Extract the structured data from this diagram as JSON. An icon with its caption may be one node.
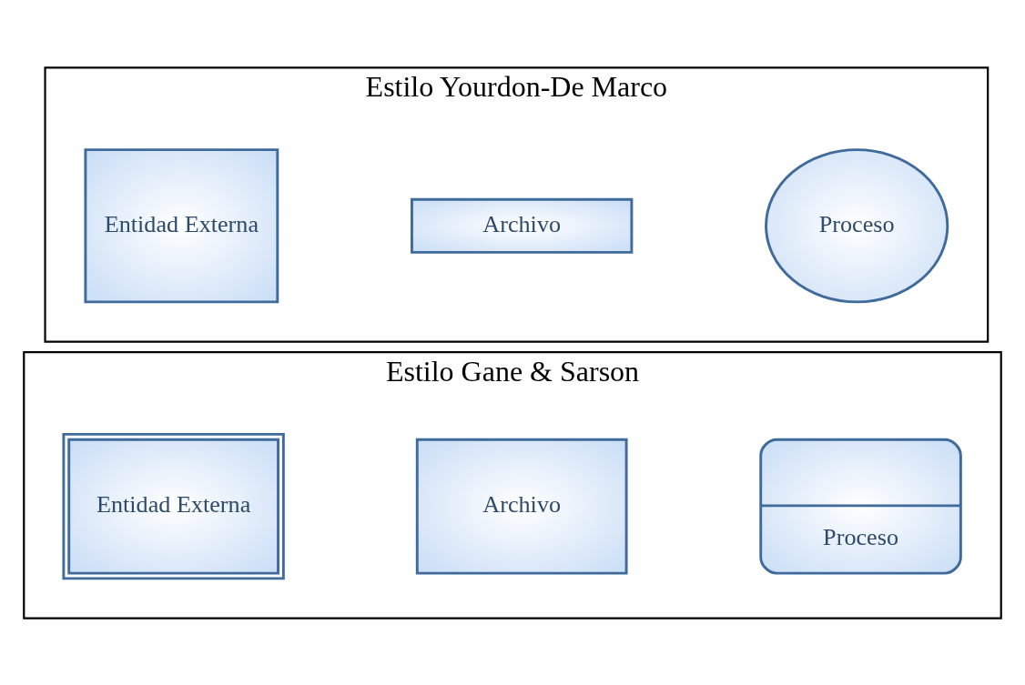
{
  "diagram": {
    "nodes": [
      {
        "text": [
          "Estilo Yourdon-De Marco"
        ]
      },
      {
        "text": [
          "Proceso"
        ],
        "in": 0
      },
      {
        "text": [
          "Archivo"
        ],
        "in": 0
      },
      {
        "text": [
          "Entidad Externa"
        ],
        "in": 0
      },
      {
        "text": [
          "Estilo Gane & Sarson"
        ]
      },
      {
        "text": [
          "Proceso"
        ],
        "in": 4
      },
      {
        "text": [
          "Archivo"
        ],
        "in": 4
      },
      {
        "text": [
          "Entidad Externa"
        ],
        "in": 4
      }
    ],
    "edges": []
  }
}
